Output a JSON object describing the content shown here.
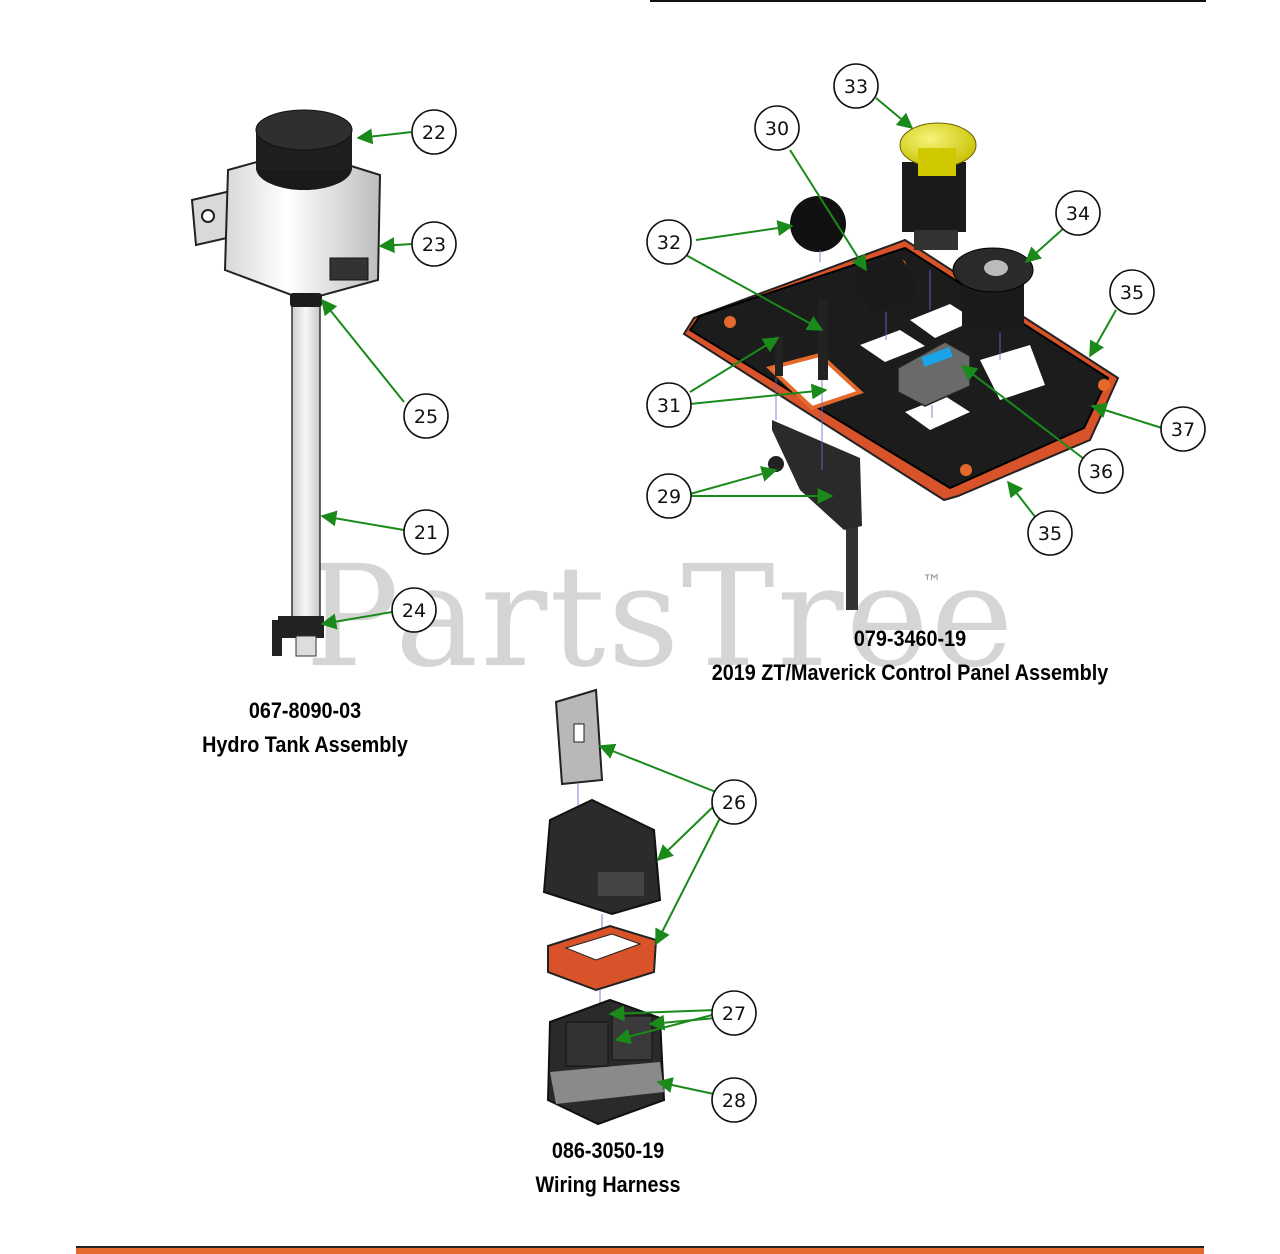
{
  "assemblies": [
    {
      "part_number": "067-8090-03",
      "name": "Hydro Tank Assembly"
    },
    {
      "part_number": "079-3460-19",
      "name": "2019 ZT/Maverick Control Panel Assembly"
    },
    {
      "part_number": "086-3050-19",
      "name": "Wiring Harness"
    }
  ],
  "watermark": {
    "text": "PartsTree",
    "tm": "™"
  },
  "callouts": [
    "21",
    "22",
    "23",
    "24",
    "25",
    "26",
    "27",
    "28",
    "29",
    "30",
    "31",
    "32",
    "33",
    "34",
    "35",
    "35",
    "36",
    "37"
  ],
  "colors": {
    "leader": "#1a8a1a",
    "accent": "#e36a2a",
    "tank_cap": "#1a1a1a",
    "button_yellow": "#e6e01e",
    "panel": "#1c1c1c",
    "gasket": "#d9532a",
    "switch_blue": "#1aa3e6"
  }
}
